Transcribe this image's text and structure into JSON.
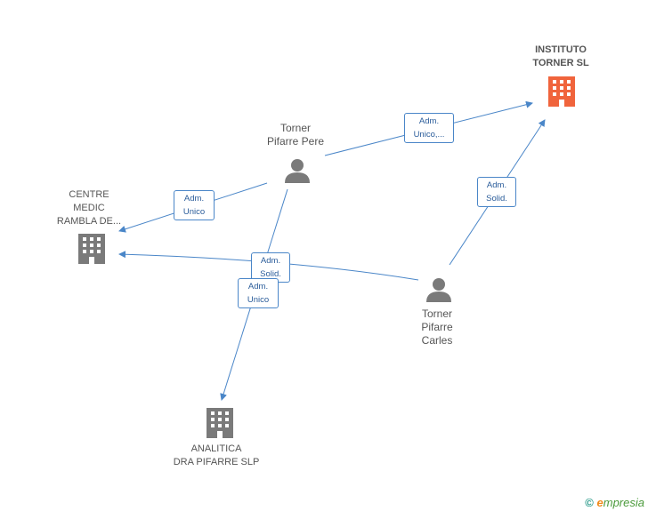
{
  "nodes": {
    "instituto": {
      "lines": [
        "INSTITUTO",
        "TORNER SL"
      ],
      "kind": "company",
      "color": "#f0643c"
    },
    "centre": {
      "lines": [
        "CENTRE",
        "MEDIC",
        "RAMBLA DE..."
      ],
      "kind": "company",
      "color": "#7a7a7a"
    },
    "analitica": {
      "lines": [
        "ANALITICA",
        "DRA PIFARRE SLP"
      ],
      "kind": "company",
      "color": "#7a7a7a"
    },
    "pere": {
      "lines": [
        "Torner",
        "Pifarre Pere"
      ],
      "kind": "person",
      "color": "#7a7a7a"
    },
    "carles": {
      "lines": [
        "Torner",
        "Pifarre",
        "Carles"
      ],
      "kind": "person",
      "color": "#7a7a7a"
    }
  },
  "edges": [
    {
      "id": "pere-instituto",
      "lines": [
        "Adm.",
        "Unico,..."
      ]
    },
    {
      "id": "pere-centre",
      "lines": [
        "Adm.",
        "Unico"
      ]
    },
    {
      "id": "carles-instituto",
      "lines": [
        "Adm.",
        "Solid."
      ]
    },
    {
      "id": "carles-centre",
      "lines": [
        "Adm.",
        "Solid."
      ]
    },
    {
      "id": "pere-analitica",
      "lines": [
        "Adm.",
        "Unico"
      ]
    }
  ],
  "colors": {
    "edge": "#4a86c8",
    "company": "#7a7a7a",
    "highlight": "#f0643c"
  },
  "brand": {
    "copyright": "©",
    "initial": "e",
    "rest": "mpresia"
  }
}
